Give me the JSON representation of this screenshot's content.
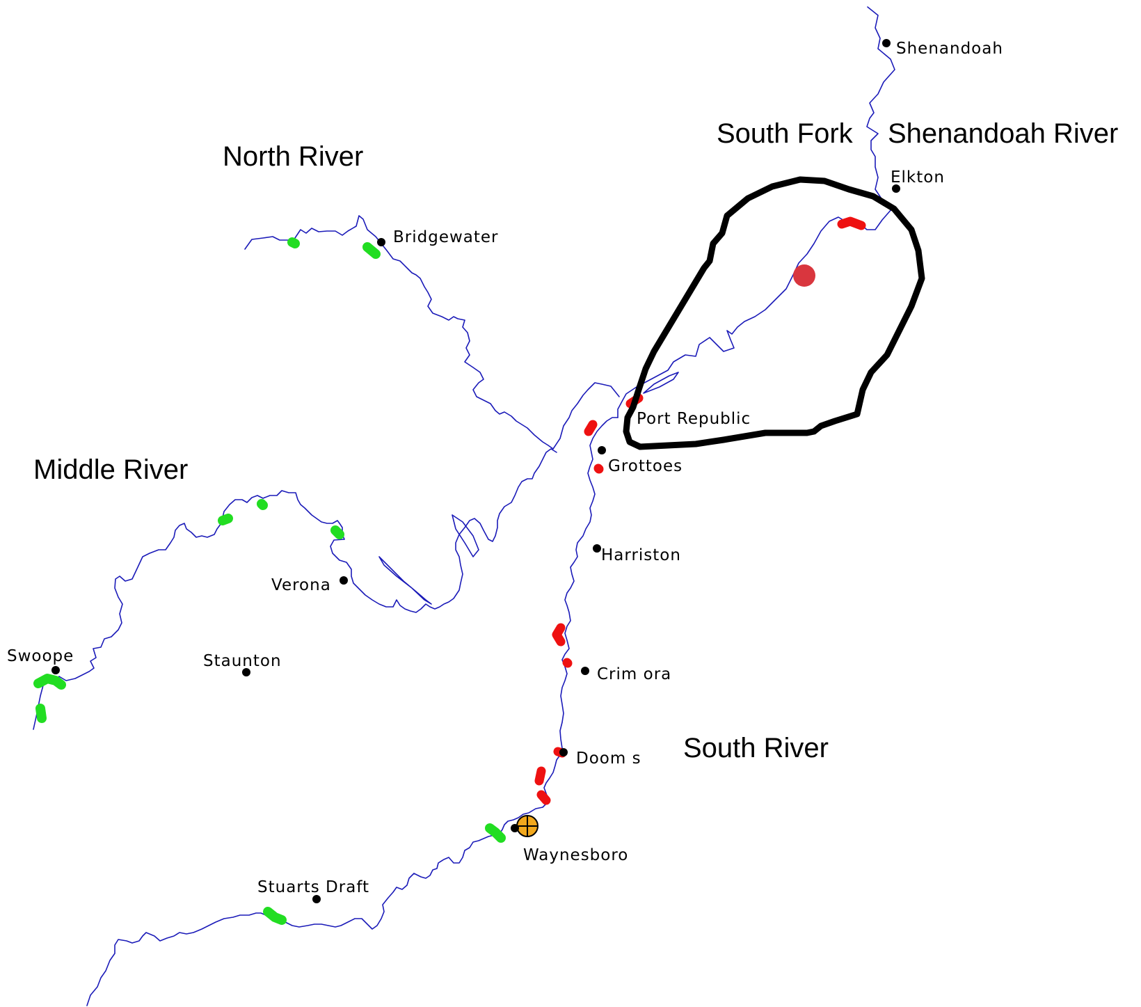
{
  "regions": {
    "north_river": "North River",
    "middle_river": "Middle River",
    "south_river": "South River",
    "south_fork": "South Fork",
    "shenandoah_river": "Shenandoah River"
  },
  "towns": {
    "shenandoah": "Shenandoah",
    "elkton": "Elkton",
    "bridgewater": "Bridgewater",
    "port_republic": "Port Republic",
    "grottoes": "Grottoes",
    "harriston": "Harriston",
    "verona": "Verona",
    "swoope": "Swoope",
    "staunton": "Staunton",
    "crimora": "Crim ora",
    "dooms": "Doom s",
    "waynesboro": "Waynesboro",
    "stuarts_draft": "Stuarts Draft"
  },
  "colors": {
    "river": "#1a1ab8",
    "impaired_segment": "#ee1111",
    "other_segment": "#22dd22",
    "marker": "#d9363e",
    "waynesboro_symbol": "#f2a81d",
    "outline": "#000000"
  }
}
